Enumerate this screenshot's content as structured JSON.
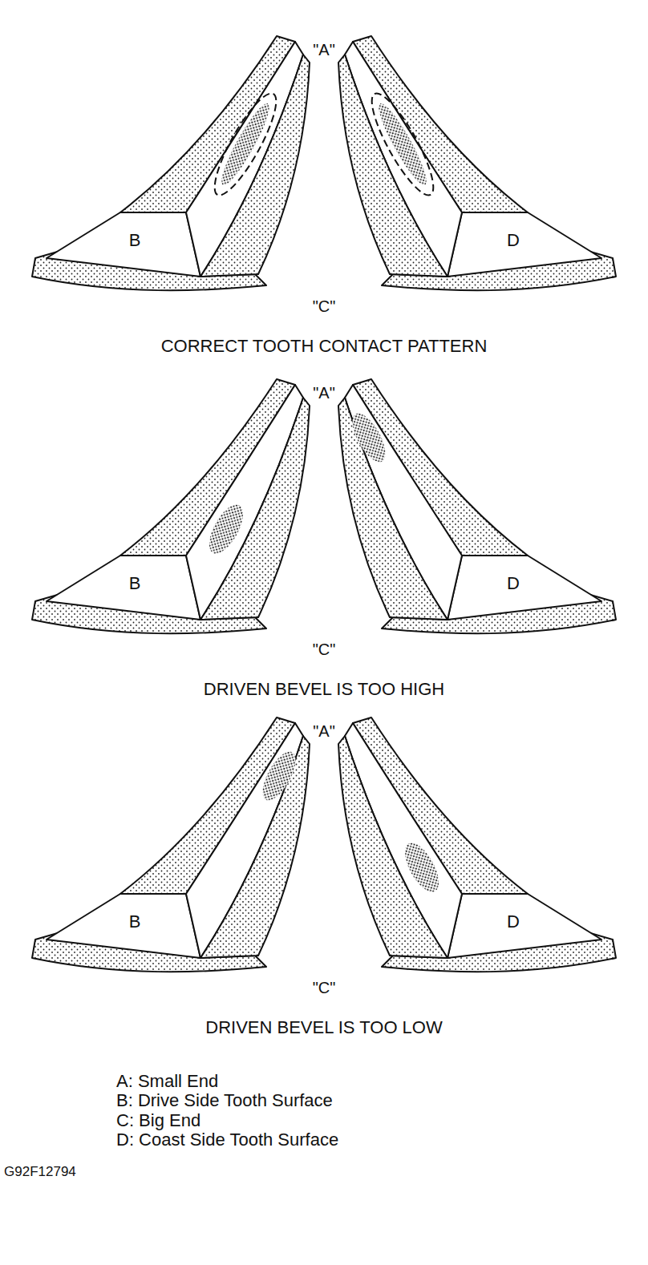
{
  "diagram": {
    "labels": [
      "\"A\"",
      "B",
      "D",
      "\"C\"",
      "CORRECT TOOTH CONTACT PATTERN",
      "\"A\"",
      "B",
      "D",
      "\"C\"",
      "DRIVEN BEVEL IS TOO HIGH",
      "\"A\"",
      "B",
      "D",
      "\"C\"",
      "DRIVEN BEVEL IS TOO LOW",
      "A: Small End",
      "B: Drive Side Tooth Surface",
      "C: Big End",
      "D: Coast Side Tooth Surface",
      "G92F12794"
    ]
  }
}
